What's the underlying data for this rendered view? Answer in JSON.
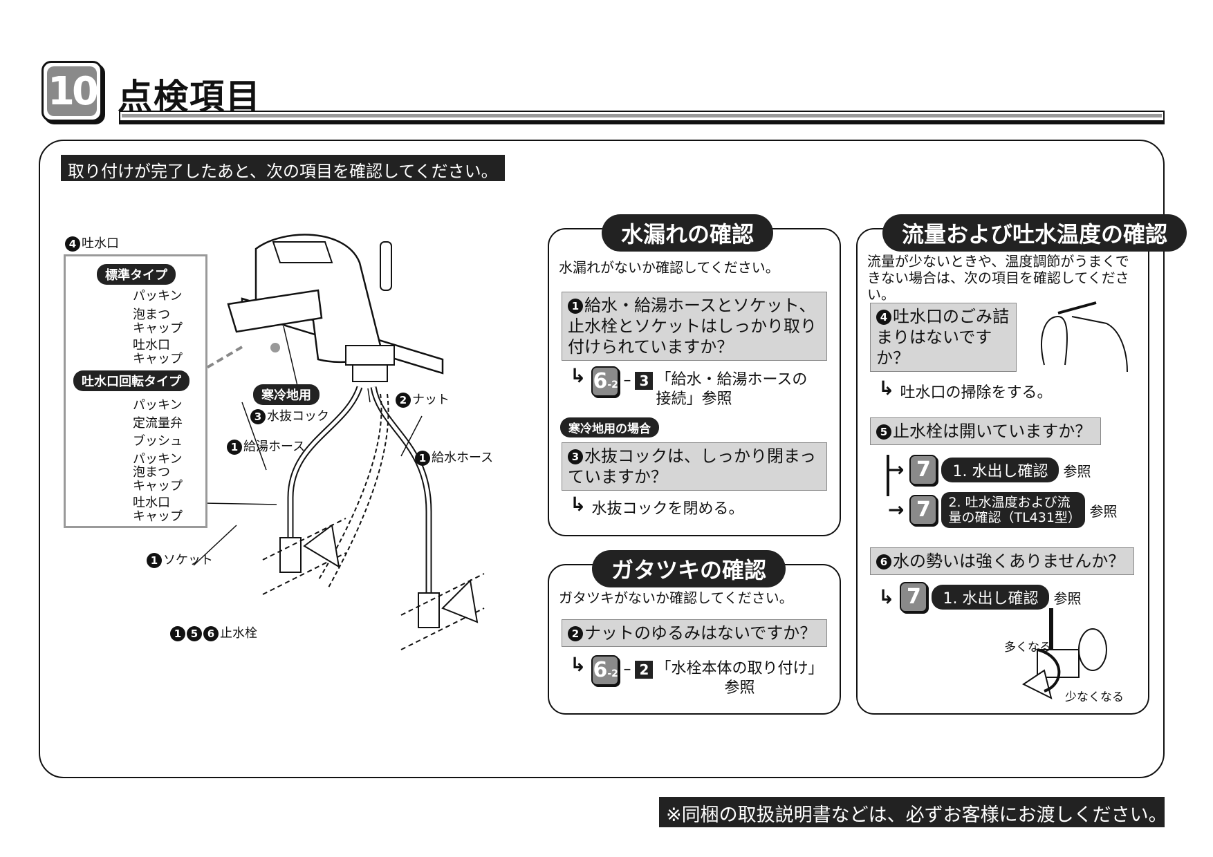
{
  "header": {
    "section_number": "10",
    "title": "点検項目"
  },
  "intro": "取り付けが完了したあと、次の項目を確認してください。",
  "diagram": {
    "spout_label": "吐水口",
    "spout_num": "4",
    "standard_type": "標準タイプ",
    "rotating_type": "吐水口回転タイプ",
    "standard_parts": [
      "パッキン",
      "泡まつ\nキャップ",
      "吐水口\nキャップ"
    ],
    "rotating_parts": [
      "パッキン",
      "定流量弁",
      "ブッシュ",
      "パッキン",
      "泡まつ\nキャップ",
      "吐水口\nキャップ"
    ],
    "cold_region": "寒冷地用",
    "drain_cock": "水抜コック",
    "drain_num": "3",
    "nut": "ナット",
    "nut_num": "2",
    "hot_hose": "給湯ホース",
    "water_hose": "給水ホース",
    "hose_num": "1",
    "socket": "ソケット",
    "socket_num": "1",
    "stop_valve": "止水栓",
    "stop_nums": [
      "1",
      "5",
      "6"
    ]
  },
  "leak": {
    "title": "水漏れの確認",
    "lead": "水漏れがないか確認してください。",
    "q1_num": "1",
    "q1": "給水・給湯ホースとソケット、止水栓とソケットはしっかり取り付けられていますか？",
    "ref1_main": "6",
    "ref1_sub": "-2",
    "ref1_item": "3",
    "ref1_text": "「給水・給湯ホースの接続」参照",
    "cold_case": "寒冷地用の場合",
    "q3_num": "3",
    "q3": "水抜コックは、しっかり閉まっていますか？",
    "a3": "水抜コックを閉める。"
  },
  "rattle": {
    "title": "ガタツキの確認",
    "lead": "ガタツキがないか確認してください。",
    "q2_num": "2",
    "q2": "ナットのゆるみはないですか？",
    "ref_main": "6",
    "ref_sub": "-2",
    "ref_item": "2",
    "ref_text": "「水栓本体の取り付け」",
    "ref_tail": "参照"
  },
  "flow": {
    "title": "流量および吐水温度の確認",
    "lead": "流量が少ないときや、温度調節がうまくできない場合は、次の項目を確認してください。",
    "q4_num": "4",
    "q4": "吐水口のごみ詰まりはないですか？",
    "a4": "吐水口の掃除をする。",
    "q5_num": "5",
    "q5": "止水栓は開いていますか？",
    "ref_num": "7",
    "ref_a": "1. 水出し確認",
    "ref_b": "2. 吐水温度および流量の確認（TL431型）",
    "ref_tail": "参照",
    "q6_num": "6",
    "q6": "水の勢いは強くありませんか？",
    "more": "多くなる",
    "less": "少なくなる"
  },
  "footer": "※同梱の取扱説明書などは、必ずお客様にお渡しください。"
}
